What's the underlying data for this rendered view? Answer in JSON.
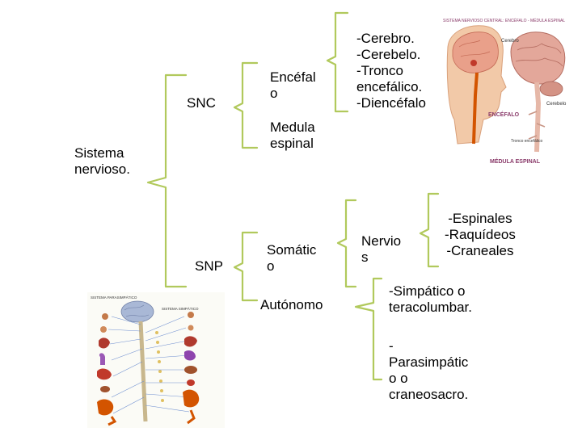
{
  "nodes": {
    "sistema": "Sistema\nnervioso.",
    "snc": "SNC",
    "snp": "SNP",
    "encefalo": "Encéfal\no",
    "medula": "Medula\nespinal",
    "encefalo_parts": "-Cerebro.\n-Cerebelo.\n-Tronco\nencefálico.\n-Diencéfalo",
    "somatico": "Somátic\no",
    "autonomo": "Autónomo",
    "nervios": "Nervio\ns",
    "nervios_types": "-Espinales\n-Raquídeos\n-Craneales",
    "simpatico": "-Simpático o\nteracolumbar.",
    "parasimpatico": "-\nParasimpátic\no o\ncraneosacro."
  },
  "images": {
    "cns_figure": {
      "title": "SISTEMA NERVIOSO CENTRAL: ENCÉFALO - MÉDULA ESPINAL",
      "labels": {
        "cerebro": "Cerebro",
        "encefalo": "ENCÉFALO",
        "tronco": "Tronco encefálico",
        "cerebelo": "Cerebelo",
        "medula": "MÉDULA ESPINAL"
      }
    },
    "ans_figure": {
      "title_left": "SISTEMA PARASIMPÁTICO",
      "title_right": "SISTEMA SIMPÁTICO"
    }
  },
  "colors": {
    "bracket": "#b1c95c",
    "text": "#000000",
    "background": "#ffffff"
  }
}
